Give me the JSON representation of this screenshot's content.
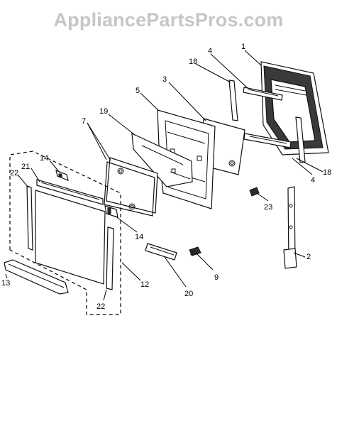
{
  "watermark": "AppliancePartsPros.com",
  "labels": {
    "p1": "1",
    "p2": "2",
    "p3": "3",
    "p4a": "4",
    "p4b": "4",
    "p5": "5",
    "p7": "7",
    "p9": "9",
    "p12": "12",
    "p13": "13",
    "p14a": "14",
    "p14b": "14",
    "p18a": "18",
    "p18b": "18",
    "p19": "19",
    "p20": "20",
    "p21": "21",
    "p22a": "22",
    "p22b": "22",
    "p23": "23"
  }
}
